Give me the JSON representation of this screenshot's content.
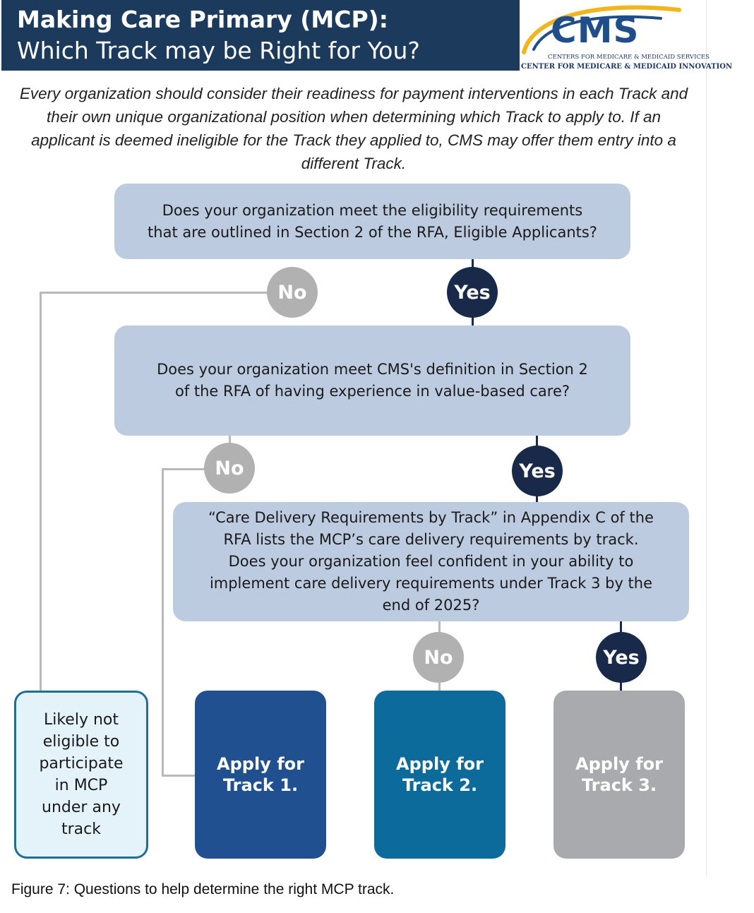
{
  "header": {
    "title_line1": "Making Care Primary (MCP):",
    "title_line2": "Which Track may be Right for You?",
    "logo": {
      "mark": "CMS",
      "subtitle1": "CENTERS FOR MEDICARE & MEDICAID SERVICES",
      "subtitle2": "CENTER FOR MEDICARE & MEDICAID INNOVATION"
    }
  },
  "intro": "Every organization should consider their readiness for payment interventions in each Track and their own unique organizational position when determining which Track to apply to. If an applicant is deemed ineligible for the Track they applied to, CMS may offer them entry into a different Track.",
  "questions": [
    {
      "lines": [
        "Does your organization meet the eligibility requirements",
        "that are outlined in Section 2 of the RFA, Eligible Applicants?"
      ],
      "no_label": "No",
      "yes_label": "Yes"
    },
    {
      "lines": [
        "Does your organization meet CMS's definition in Section 2",
        "of the RFA of having experience in value-based care?"
      ],
      "no_label": "No",
      "yes_label": "Yes"
    },
    {
      "lines": [
        "“Care Delivery Requirements by Track” in Appendix C of the",
        "RFA lists the MCP’s care delivery requirements by track.",
        "Does your organization feel confident in your ability to",
        "implement care delivery requirements under Track 3 by the",
        "end of 2025?"
      ],
      "no_label": "No",
      "yes_label": "Yes"
    }
  ],
  "outcomes": {
    "ineligible": [
      "Likely not",
      "eligible to",
      "participate",
      "in MCP",
      "under any",
      "track"
    ],
    "track1": [
      "Apply for",
      "Track 1."
    ],
    "track2": [
      "Apply for",
      "Track 2."
    ],
    "track3": [
      "Apply for",
      "Track 3."
    ]
  },
  "colors": {
    "header_bg": "#1b3a5c",
    "question_bg": "#bccbe0",
    "yes": "#18294a",
    "no": "#b1b1b1",
    "track1": "#20508f",
    "track2": "#0d6b9b",
    "track3": "#a9aaae",
    "ineligible_bg": "#e4f2fa",
    "ineligible_border": "#1f6e94"
  },
  "caption": "Figure 7: Questions to help determine the right MCP track."
}
